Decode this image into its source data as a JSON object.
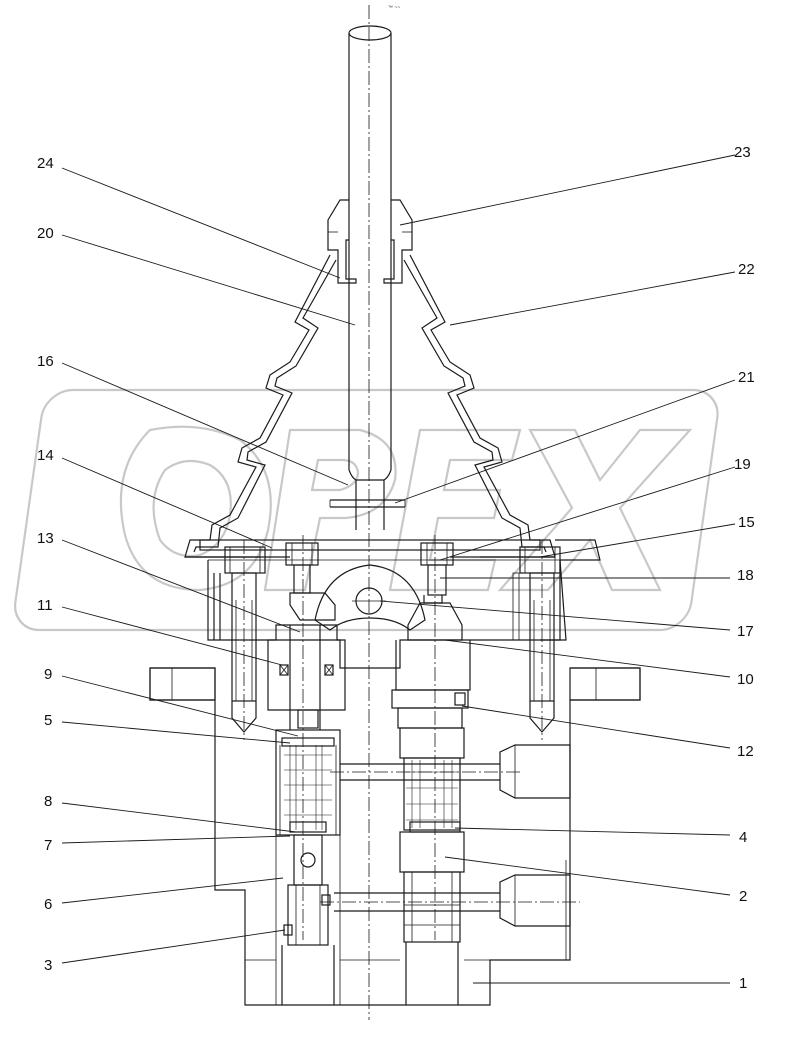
{
  "corner_text": "™ ~~",
  "watermark": "OPEX",
  "callouts": [
    {
      "id": "24",
      "label": "24"
    },
    {
      "id": "23",
      "label": "23"
    },
    {
      "id": "20",
      "label": "20"
    },
    {
      "id": "22",
      "label": "22"
    },
    {
      "id": "16",
      "label": "16"
    },
    {
      "id": "21",
      "label": "21"
    },
    {
      "id": "14",
      "label": "14"
    },
    {
      "id": "19",
      "label": "19"
    },
    {
      "id": "15",
      "label": "15"
    },
    {
      "id": "13",
      "label": "13"
    },
    {
      "id": "18",
      "label": "18"
    },
    {
      "id": "11",
      "label": "11"
    },
    {
      "id": "17",
      "label": "17"
    },
    {
      "id": "10",
      "label": "10"
    },
    {
      "id": "9",
      "label": "9"
    },
    {
      "id": "5",
      "label": "5"
    },
    {
      "id": "12",
      "label": "12"
    },
    {
      "id": "8",
      "label": "8"
    },
    {
      "id": "4",
      "label": "4"
    },
    {
      "id": "7",
      "label": "7"
    },
    {
      "id": "2",
      "label": "2"
    },
    {
      "id": "6",
      "label": "6"
    },
    {
      "id": "3",
      "label": "3"
    },
    {
      "id": "1",
      "label": "1"
    }
  ]
}
